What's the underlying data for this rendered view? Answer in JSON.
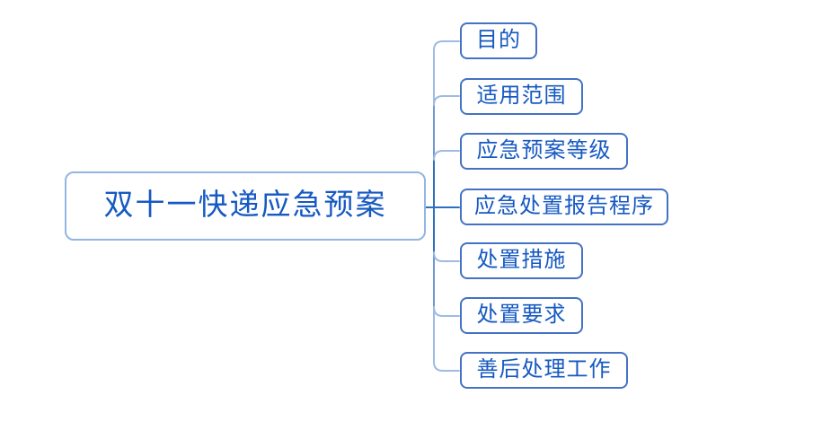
{
  "diagram": {
    "type": "mindmap",
    "root": {
      "label": "双十一快递应急预案"
    },
    "branches": [
      {
        "label": "目的"
      },
      {
        "label": "适用范围"
      },
      {
        "label": "应急预案等级"
      },
      {
        "label": "应急处置报告程序"
      },
      {
        "label": "处置措施"
      },
      {
        "label": "处置要求"
      },
      {
        "label": "善后处理工作"
      }
    ],
    "colors": {
      "background": "#FFFFFF",
      "root_border": "#93B5E3",
      "node_border": "#4472C4",
      "text": "#1659C2",
      "connector_light": "#9DBBE4",
      "connector_mid": "#6F97D4",
      "connector_dark": "#2E6FC0"
    }
  }
}
